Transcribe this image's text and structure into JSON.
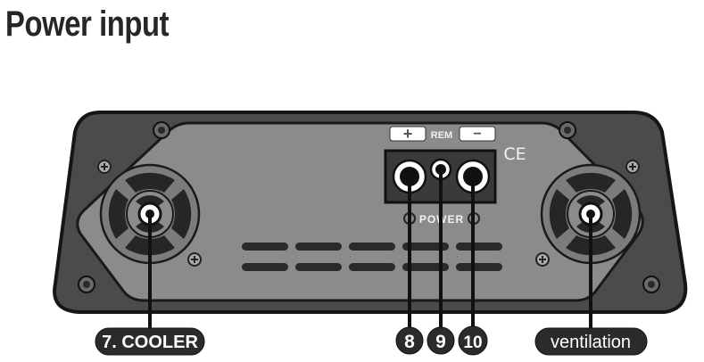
{
  "title": "Power input",
  "panel": {
    "plus_symbol": "+",
    "minus_symbol": "−",
    "rem_label": "REM",
    "power_label": "POWER",
    "ce_mark": "CE"
  },
  "callouts": {
    "cooler": "7. COOLER",
    "n8": "8",
    "n9": "9",
    "n10": "10",
    "ventilation": "ventilation"
  },
  "colors": {
    "body": "#4a4a4a",
    "panel": "#8a8a8a",
    "outline": "#1a1a1a",
    "label_bg": "#2b2b2b",
    "label_text": "#ffffff"
  }
}
